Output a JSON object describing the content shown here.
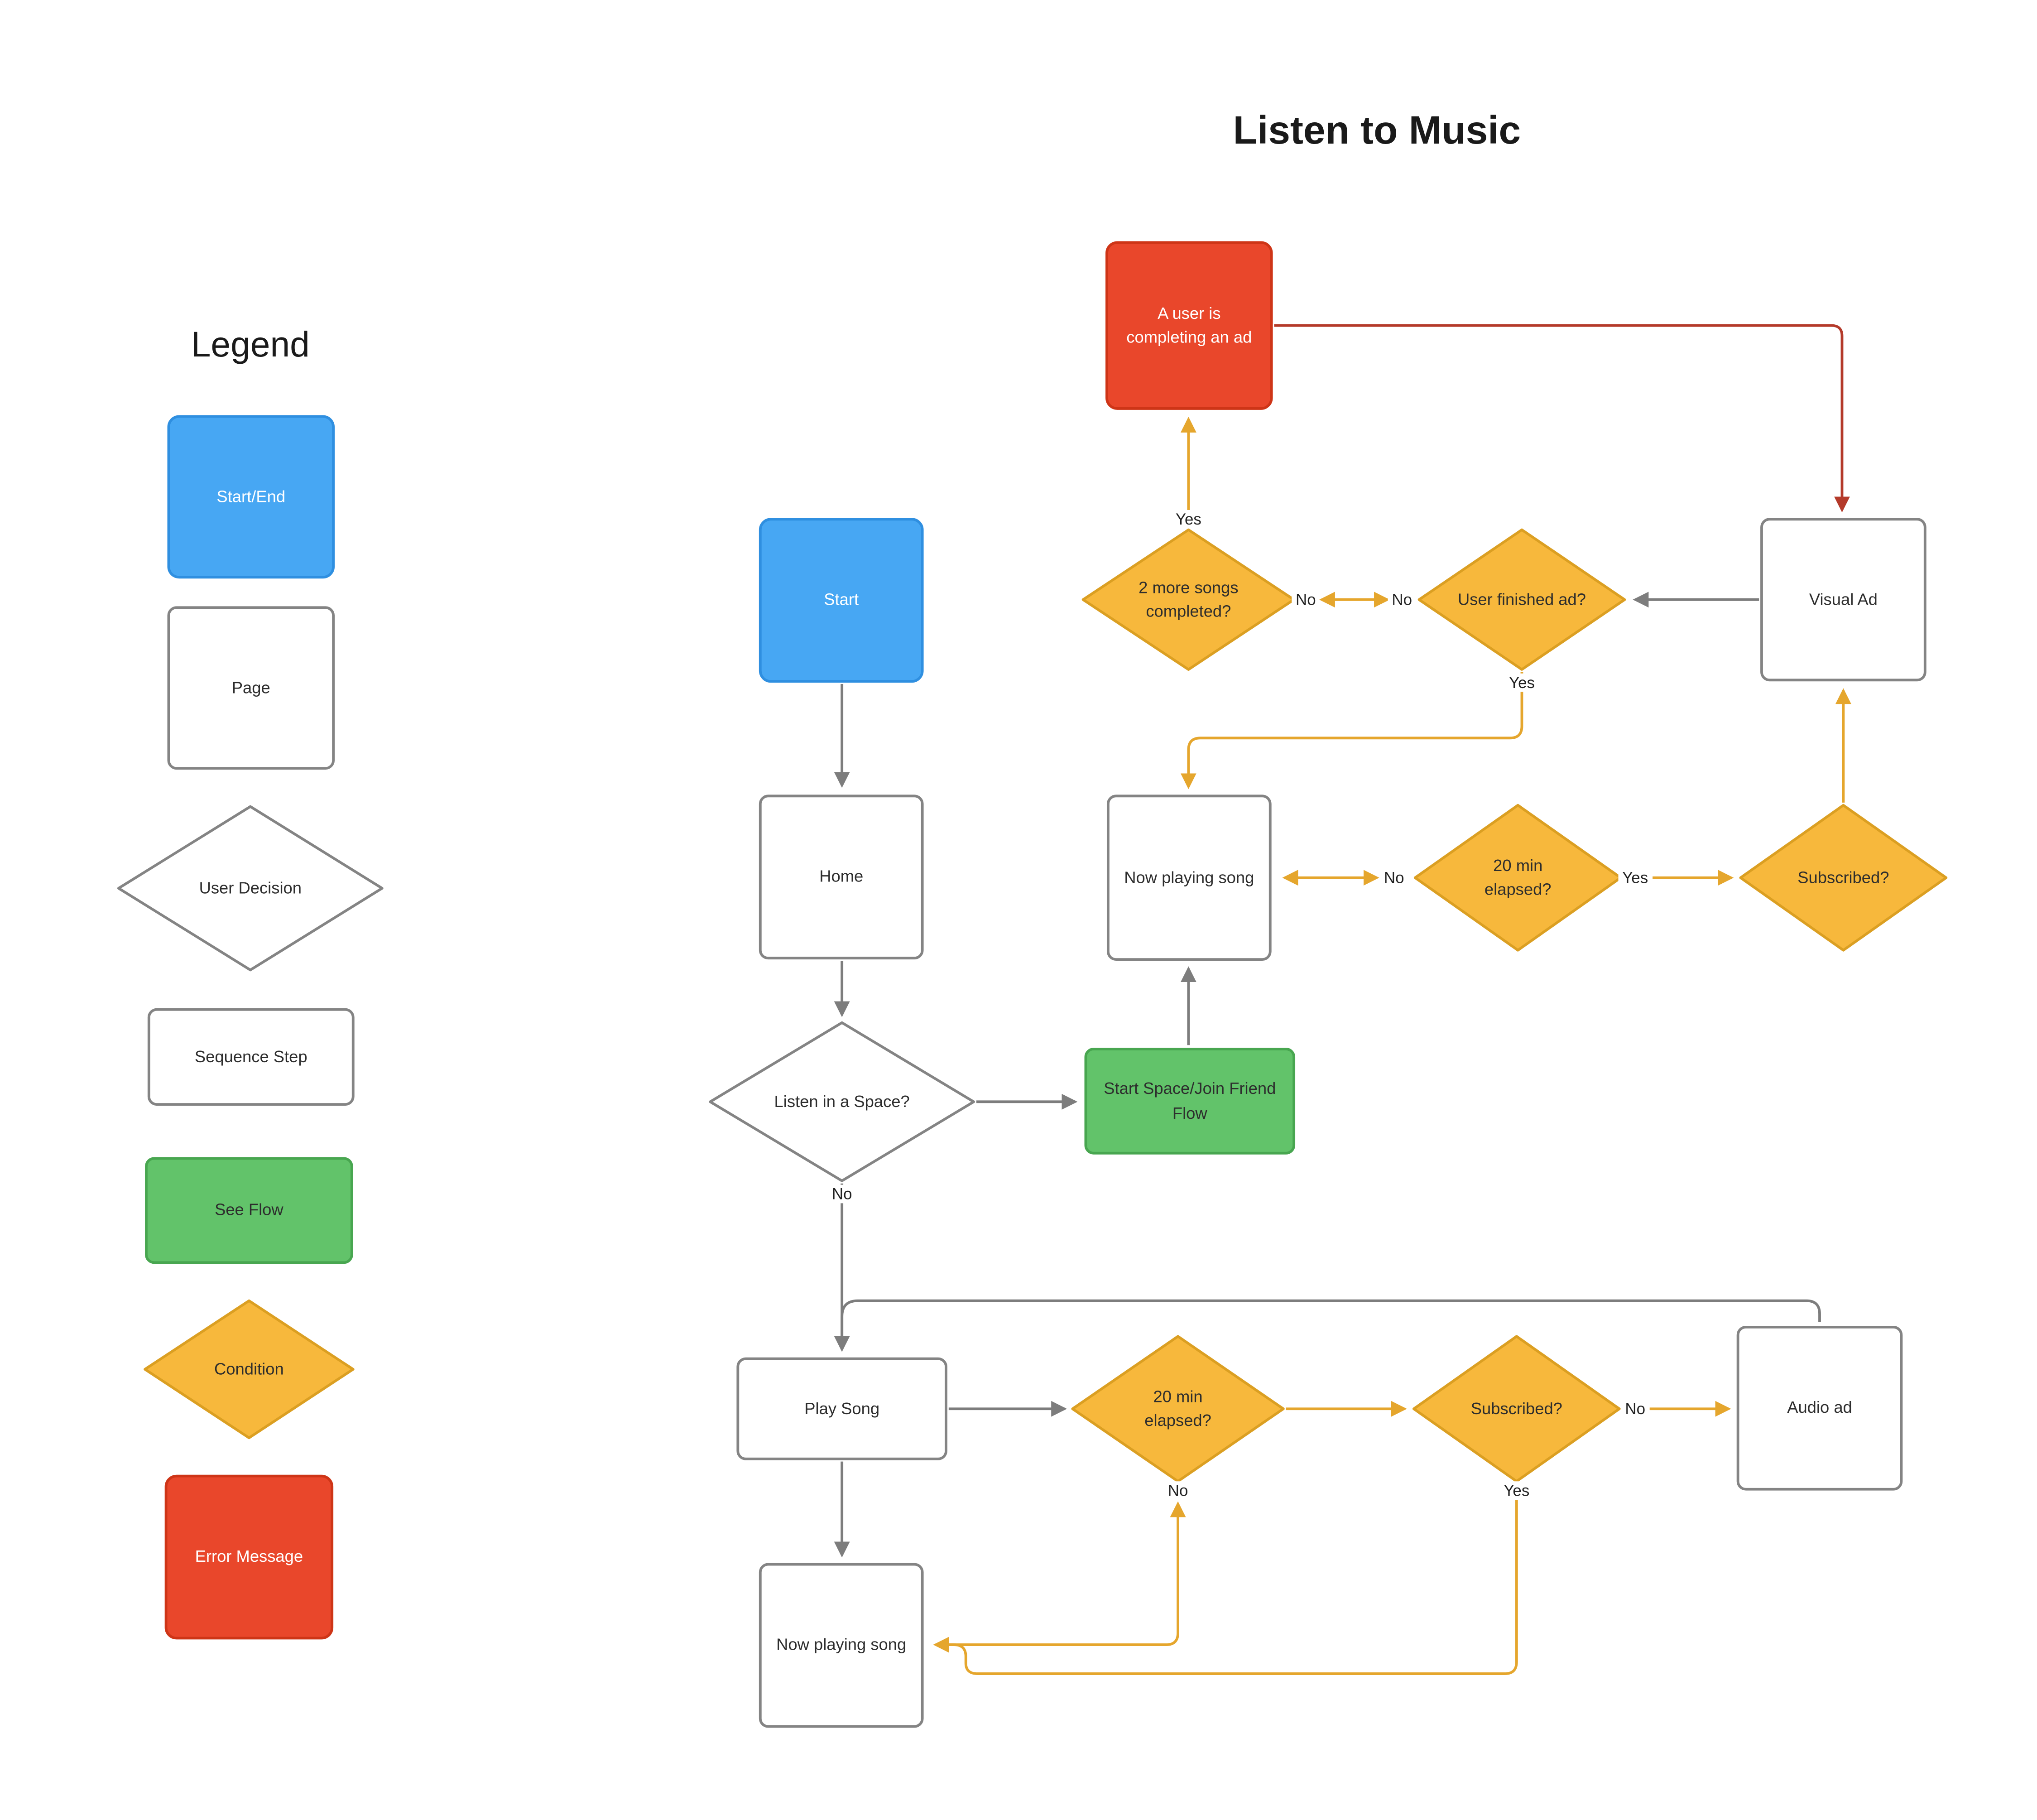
{
  "title": "Listen to Music",
  "legend": {
    "title": "Legend",
    "items": [
      {
        "label": "Start/End",
        "shape": "square",
        "color_key": "blue"
      },
      {
        "label": "Page",
        "shape": "square",
        "color_key": "white"
      },
      {
        "label": "User Decision",
        "shape": "diamond",
        "color_key": "white"
      },
      {
        "label": "Sequence Step",
        "shape": "rectangle",
        "color_key": "white"
      },
      {
        "label": "See Flow",
        "shape": "rectangle",
        "color_key": "green"
      },
      {
        "label": "Condition",
        "shape": "diamond",
        "color_key": "amber"
      },
      {
        "label": "Error Message",
        "shape": "square",
        "color_key": "red"
      }
    ]
  },
  "colors": {
    "blue_fill": "#47A7F3",
    "blue_stroke": "#2F8FE0",
    "green_fill": "#62C36A",
    "green_stroke": "#48A650",
    "amber_fill": "#F7B83C",
    "amber_stroke": "#DB9F22",
    "red_fill": "#E9472B",
    "red_stroke": "#CE3517",
    "gray_shape_stroke": "#848484",
    "gray_edge": "#7D7D7D",
    "orange_edge": "#E5A62D",
    "red_edge": "#B43A2A",
    "background": "#FFFFFF"
  },
  "nodes": [
    {
      "id": "ad-error",
      "label": "A user is completing an ad",
      "type": "error-message"
    },
    {
      "id": "start",
      "label": "Start",
      "type": "start-end"
    },
    {
      "id": "songs-completed",
      "label": "2 more songs completed?",
      "type": "condition"
    },
    {
      "id": "user-finished-ad",
      "label": "User finished ad?",
      "type": "condition"
    },
    {
      "id": "visual-ad",
      "label": "Visual Ad",
      "type": "page"
    },
    {
      "id": "home",
      "label": "Home",
      "type": "page"
    },
    {
      "id": "now-playing-mid",
      "label": "Now playing song",
      "type": "page"
    },
    {
      "id": "elapsed-mid",
      "label": "20 min elapsed?",
      "type": "condition"
    },
    {
      "id": "subscribed-mid",
      "label": "Subscribed?",
      "type": "condition"
    },
    {
      "id": "listen-space",
      "label": "Listen in a Space?",
      "type": "user-decision"
    },
    {
      "id": "space-flow",
      "label": "Start Space/Join Friend Flow",
      "type": "see-flow"
    },
    {
      "id": "play-song",
      "label": "Play Song",
      "type": "sequence-step"
    },
    {
      "id": "elapsed-bot",
      "label": "20 min elapsed?",
      "type": "condition"
    },
    {
      "id": "subscribed-bot",
      "label": "Subscribed?",
      "type": "condition"
    },
    {
      "id": "audio-ad",
      "label": "Audio ad",
      "type": "page"
    },
    {
      "id": "now-playing-bot",
      "label": "Now playing song",
      "type": "page"
    }
  ],
  "edges": [
    {
      "from": "start",
      "to": "home",
      "color": "gray"
    },
    {
      "from": "home",
      "to": "listen-space",
      "color": "gray"
    },
    {
      "from": "listen-space",
      "to": "space-flow",
      "color": "gray"
    },
    {
      "from": "space-flow",
      "to": "now-playing-mid",
      "color": "gray"
    },
    {
      "from": "visual-ad",
      "to": "user-finished-ad",
      "color": "gray"
    },
    {
      "from": "listen-space",
      "to": "play-song",
      "label": "No",
      "color": "gray"
    },
    {
      "from": "play-song",
      "to": "elapsed-bot",
      "color": "gray"
    },
    {
      "from": "play-song",
      "to": "now-playing-bot",
      "color": "gray"
    },
    {
      "from": "audio-ad",
      "to": "play-song",
      "color": "gray"
    },
    {
      "from": "ad-error",
      "to": "visual-ad",
      "color": "red"
    },
    {
      "from": "songs-completed",
      "to": "ad-error",
      "label": "Yes",
      "color": "orange"
    },
    {
      "from": "songs-completed",
      "to": "user-finished-ad",
      "label": "No",
      "label2": "No",
      "bidirectional": true,
      "color": "orange"
    },
    {
      "from": "user-finished-ad",
      "to": "now-playing-mid",
      "label": "Yes",
      "color": "orange"
    },
    {
      "from": "now-playing-mid",
      "to": "elapsed-mid",
      "label": "No",
      "bidirectional": true,
      "color": "orange"
    },
    {
      "from": "elapsed-mid",
      "to": "subscribed-mid",
      "label": "Yes",
      "color": "orange"
    },
    {
      "from": "subscribed-mid",
      "to": "visual-ad",
      "color": "orange"
    },
    {
      "from": "elapsed-bot",
      "to": "subscribed-bot",
      "color": "orange"
    },
    {
      "from": "subscribed-bot",
      "to": "audio-ad",
      "label": "No",
      "color": "orange"
    },
    {
      "from": "elapsed-bot",
      "to": "now-playing-bot",
      "label": "No",
      "bidirectional": true,
      "color": "orange"
    },
    {
      "from": "subscribed-bot",
      "to": "now-playing-bot",
      "label": "Yes",
      "color": "orange"
    }
  ]
}
